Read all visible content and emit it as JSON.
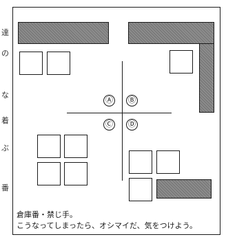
{
  "side_text_fragments": [
    "達",
    "の",
    "な",
    "着",
    "ぶ",
    "番"
  ],
  "labels": {
    "a": "Ⓐ",
    "b": "Ⓑ",
    "c": "Ⓒ",
    "d": "Ⓓ"
  },
  "caption": {
    "line1": "倉庫番・禁じ手。",
    "line2": "こうなってしまったら、オシマイだ、気をつけよう。"
  },
  "colors": {
    "wall": "#8c8c8c",
    "line": "#1a1a1a"
  }
}
